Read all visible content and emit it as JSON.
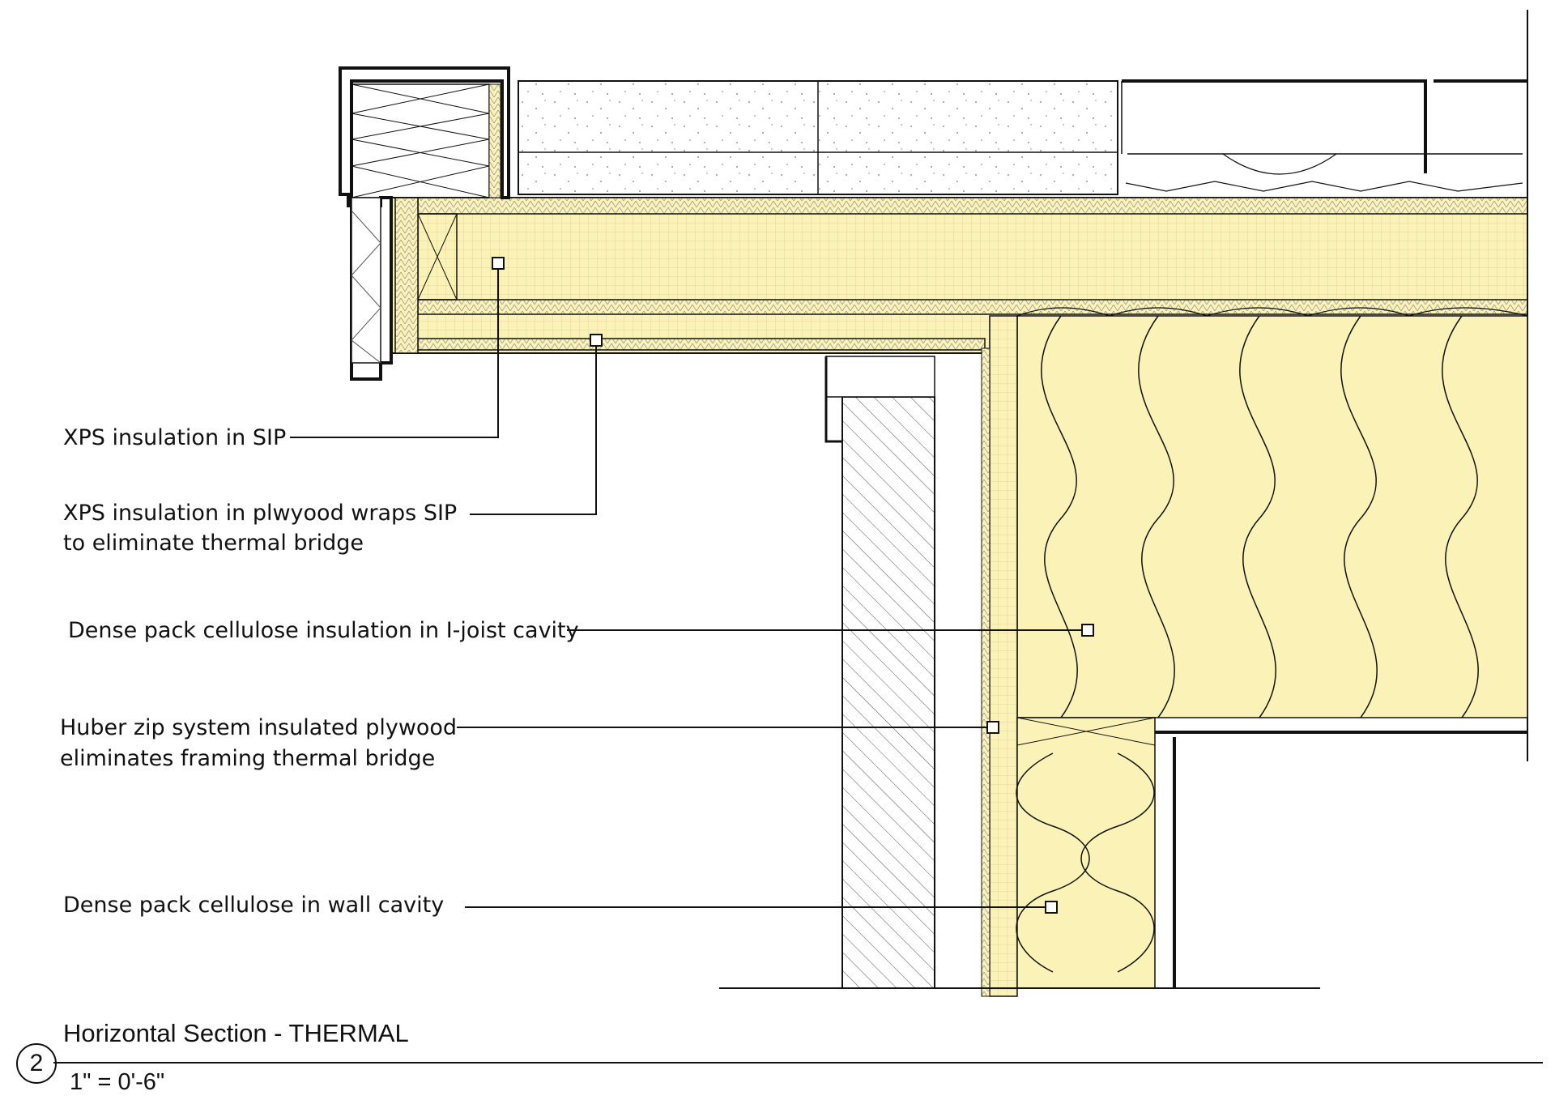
{
  "callouts": {
    "xps_sip": "XPS insulation in SIP",
    "xps_plywood_line1": "XPS insulation in plwyood wraps SIP",
    "xps_plywood_line2": "to eliminate thermal bridge",
    "dense_joist": "Dense pack cellulose insulation in I-joist cavity",
    "huber_line1": "Huber zip system insulated plywood",
    "huber_line2": "eliminates framing thermal bridge",
    "dense_wall": "Dense pack cellulose in wall cavity"
  },
  "title_block": {
    "detail_number": "2",
    "title": "Horizontal Section - THERMAL",
    "scale": "1\" = 0'-6\""
  },
  "colors": {
    "insulation": "#fbf2b8",
    "grid": "#e0d38a",
    "line": "#111111"
  }
}
